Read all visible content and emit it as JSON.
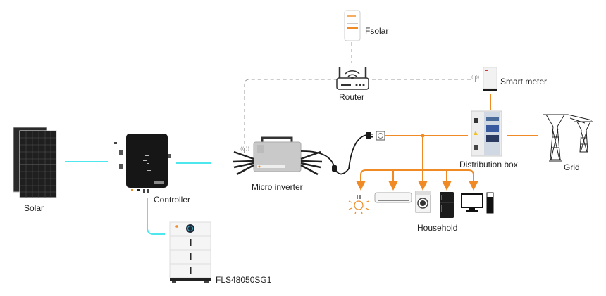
{
  "diagram": {
    "nodes": {
      "solar": {
        "label": "Solar"
      },
      "controller": {
        "label": "Controller"
      },
      "battery": {
        "label": "FLS48050SG1"
      },
      "micro_inverter": {
        "label": "Micro inverter"
      },
      "router": {
        "label": "Router"
      },
      "app": {
        "label": "Fsolar"
      },
      "smart_meter": {
        "label": "Smart meter"
      },
      "distribution_box": {
        "label": "Distribution box"
      },
      "grid": {
        "label": "Grid"
      },
      "household": {
        "label": "Household"
      }
    },
    "household_appliances": [
      "light-bulb",
      "air-conditioner",
      "washing-machine",
      "refrigerator",
      "computer"
    ],
    "connections": [
      {
        "from": "solar",
        "to": "controller",
        "type": "dc"
      },
      {
        "from": "controller",
        "to": "micro_inverter",
        "type": "dc"
      },
      {
        "from": "controller",
        "to": "battery",
        "type": "dc"
      },
      {
        "from": "micro_inverter",
        "to": "socket",
        "type": "ac-cable"
      },
      {
        "from": "socket",
        "to": "distribution_box",
        "type": "ac"
      },
      {
        "from": "distribution_box",
        "to": "grid",
        "type": "ac"
      },
      {
        "from": "smart_meter",
        "to": "distribution_box",
        "type": "ac"
      },
      {
        "from": "socket",
        "to": "household",
        "type": "ac"
      },
      {
        "from": "micro_inverter",
        "to": "router",
        "type": "wireless"
      },
      {
        "from": "router",
        "to": "smart_meter",
        "type": "wireless"
      },
      {
        "from": "router",
        "to": "app",
        "type": "wireless"
      }
    ],
    "colors": {
      "dc_line": "#4de8ee",
      "ac_line": "#f08a24",
      "wireless_line": "#9a9a9a",
      "device_dark": "#161616"
    }
  }
}
